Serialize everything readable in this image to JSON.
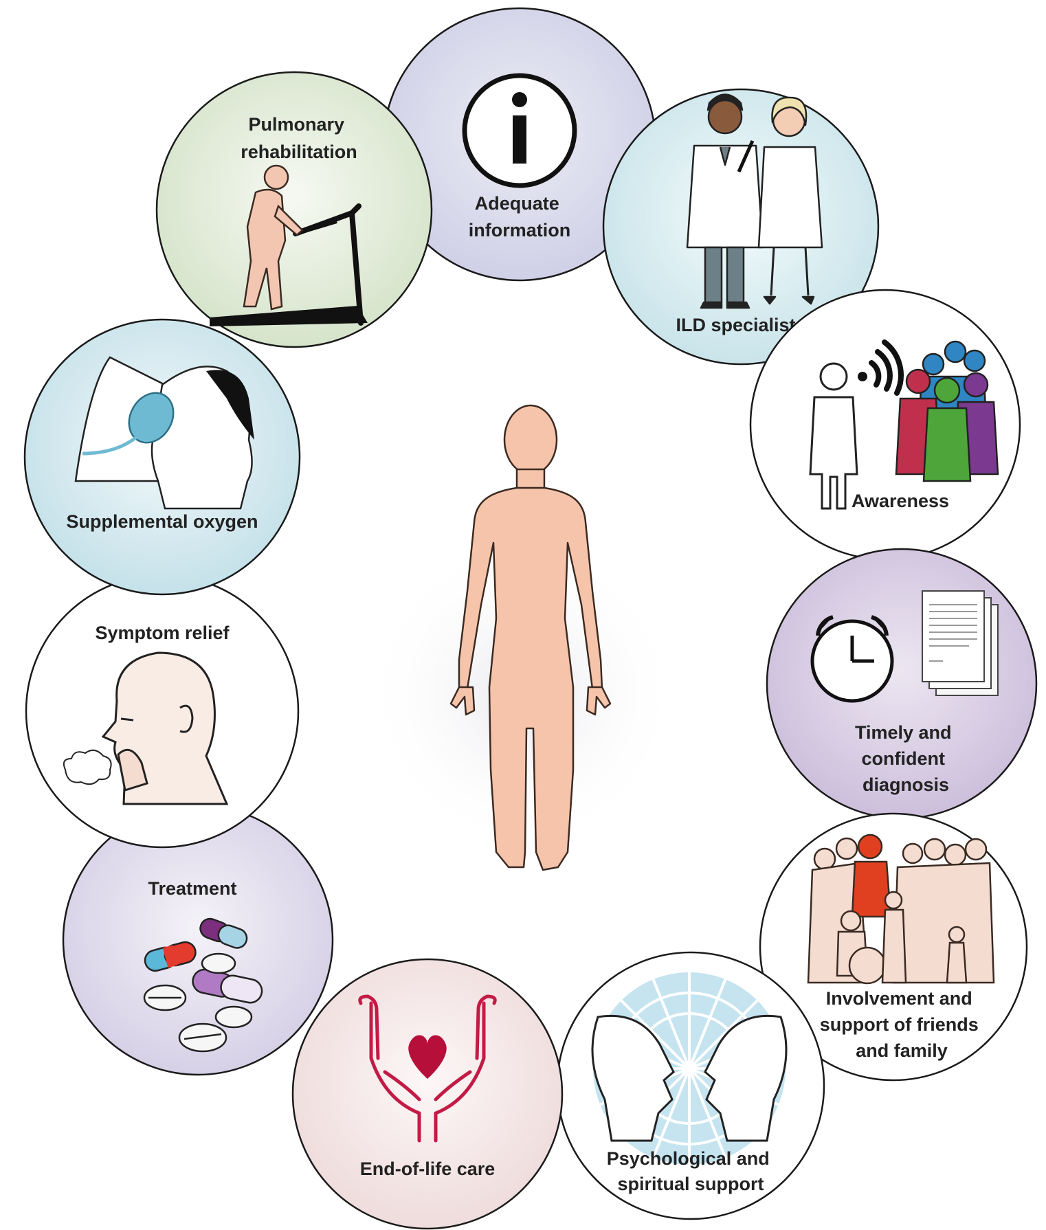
{
  "center": {
    "figure": "human-body"
  },
  "nodes": [
    {
      "id": "adequate-information",
      "lines": [
        "Adequate",
        "information"
      ],
      "icon": "info-icon",
      "fill": "#dcdcec"
    },
    {
      "id": "ild-specialists",
      "lines": [
        "ILD specialists"
      ],
      "icon": "doctors-icon",
      "fill": "#dbeef2"
    },
    {
      "id": "awareness",
      "lines": [
        "Awareness"
      ],
      "icon": "awareness-icon",
      "fill": "#ffffff"
    },
    {
      "id": "timely-diagnosis",
      "lines": [
        "Timely and",
        "confident",
        "diagnosis"
      ],
      "icon": "clock-document-icon",
      "fill": "#ddd2e6"
    },
    {
      "id": "friends-family",
      "lines": [
        "Involvement and",
        "support of friends",
        "and family"
      ],
      "icon": "family-group-icon",
      "fill": "#ffffff"
    },
    {
      "id": "psychological-support",
      "lines": [
        "Psychological and",
        "spiritual support"
      ],
      "icon": "two-heads-icon",
      "fill": "#ffffff"
    },
    {
      "id": "end-of-life-care",
      "lines": [
        "End-of-life care"
      ],
      "icon": "hands-heart-icon",
      "fill": "#f6e8e8"
    },
    {
      "id": "treatment",
      "lines": [
        "Treatment"
      ],
      "icon": "pills-icon",
      "fill": "#e0dcec"
    },
    {
      "id": "symptom-relief",
      "lines": [
        "Symptom relief"
      ],
      "icon": "coughing-person-icon",
      "fill": "#ffffff"
    },
    {
      "id": "supplemental-oxygen",
      "lines": [
        "Supplemental oxygen"
      ],
      "icon": "oxygen-mask-icon",
      "fill": "#d8ecf1"
    },
    {
      "id": "pulmonary-rehabilitation",
      "lines": [
        "Pulmonary",
        "rehabilitation"
      ],
      "icon": "treadmill-icon",
      "fill": "#e6efdf"
    }
  ]
}
